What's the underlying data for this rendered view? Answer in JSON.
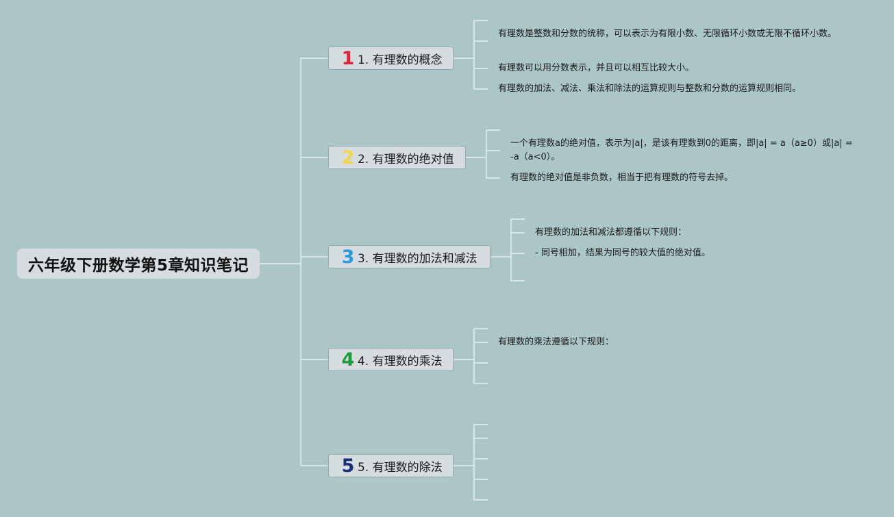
{
  "root": {
    "title": "六年级下册数学第5章知识笔记"
  },
  "topics": [
    {
      "marker": "1",
      "marker_color": "#d8263e",
      "label": "1. 有理数的概念",
      "items": [
        "有理数是整数和分数的统称，可以表示为有限小数、无限循环小数或无限不循环小数。",
        "有理数可以用分数表示，并且可以相互比较大小。",
        "有理数的加法、减法、乘法和除法的运算规则与整数和分数的运算规则相同。"
      ]
    },
    {
      "marker": "2",
      "marker_color": "#f2d54a",
      "label": "2. 有理数的绝对值",
      "items": [
        "一个有理数a的绝对值，表示为|a|，是该有理数到0的距离，即|a| = a（a≥0）或|a| = -a（a<0）。",
        "有理数的绝对值是非负数，相当于把有理数的符号去掉。"
      ]
    },
    {
      "marker": "3",
      "marker_color": "#2a9ad8",
      "label": "3. 有理数的加法和减法",
      "items": [
        "有理数的加法和减法都遵循以下规则：",
        "- 同号相加，结果为同号的较大值的绝对值。"
      ]
    },
    {
      "marker": "4",
      "marker_color": "#1e9a3a",
      "label": "4. 有理数的乘法",
      "items": [
        "有理数的乘法遵循以下规则："
      ]
    },
    {
      "marker": "5",
      "marker_color": "#1a2f7a",
      "label": "5. 有理数的除法",
      "items": []
    }
  ]
}
